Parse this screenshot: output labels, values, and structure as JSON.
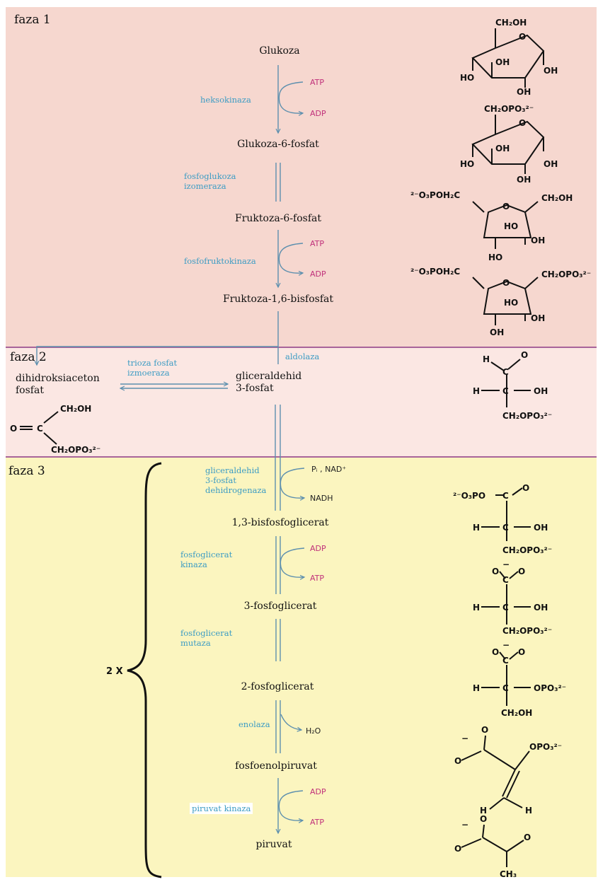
{
  "phases": [
    {
      "label": "faza 1",
      "color": "#f6d7cf"
    },
    {
      "label": "faza 2",
      "color": "#fbe7e3"
    },
    {
      "label": "faza 3",
      "color": "#fbf5bf"
    }
  ],
  "metabolites": {
    "glukoza": "Glukoza",
    "glukoza_6_fosfat": "Glukoza-6-fosfat",
    "fruktoza_6_fosfat": "Fruktoza-6-fosfat",
    "fruktoza_1_6_bisfosfat": "Fruktoza-1,6-bisfosfat",
    "dihidroksiaceton_fosfat": "dihidroksiaceton\nfosfat",
    "gliceraldehid_3_fosfat": "gliceraldehid\n3-fosfat",
    "bisfosfoglicerat": "1,3-bisfosfoglicerat",
    "fosfoglicerat_3": "3-fosfoglicerat",
    "fosfoglicerat_2": "2-fosfoglicerat",
    "fosfoenolpiruvat": "fosfoenolpiruvat",
    "piruvat": "piruvat"
  },
  "enzymes": {
    "heksokinaza": "heksokinaza",
    "fosfoglukoza_izomeraza": "fosfoglukoza\nizomeraza",
    "fosfofruktokinaza": "fosfofruktokinaza",
    "aldolaza": "aldolaza",
    "trioza_fosfat_izomeraza": "trioza fosfat\nizmoeraza",
    "gliceraldehid_dehidrogenaza": "gliceraldehid\n3-fosfat\ndehidrogenaza",
    "fosfoglicerat_kinaza": "fosfoglicerat\nkinaza",
    "fosfoglicerat_mutaza": "fosfoglicerat\nmutaza",
    "enolaza": "enolaza",
    "piruvat_kinaza": "piruvat kinaza"
  },
  "cofactors": {
    "atp": "ATP",
    "adp": "ADP",
    "pi_nad": "Pᵢ , NAD⁺",
    "nadh": "NADH",
    "h2o": "H₂O"
  },
  "multiplier": "2 X",
  "colors": {
    "enzyme_text": "#3c9cc4",
    "cofactor_magenta": "#c0307a",
    "arrow": "#5c8fae",
    "phase_divider": "#a8649a"
  },
  "structures": {
    "ch2oh": "CH₂OH",
    "ch2opo3": "CH₂OPO₃²⁻",
    "oh": "OH",
    "ho": "HO",
    "o": "O",
    "h": "H",
    "c": "C",
    "opo3": "OPO₃²⁻",
    "o3poh2c": "²⁻O₃POH₂C",
    "o3po": "²⁻O₃PO",
    "ch3": "CH₃",
    "minus": "−",
    "h2c_lower": "H",
    "eq": "="
  }
}
